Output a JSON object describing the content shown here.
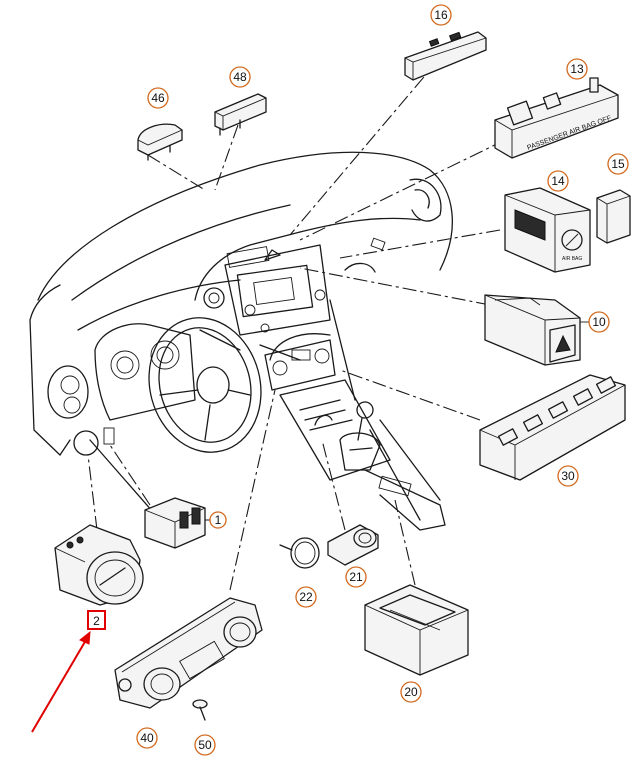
{
  "callouts": [
    {
      "id": "c16",
      "label": "16"
    },
    {
      "id": "c13",
      "label": "13"
    },
    {
      "id": "c48",
      "label": "48"
    },
    {
      "id": "c46",
      "label": "46"
    },
    {
      "id": "c14",
      "label": "14"
    },
    {
      "id": "c15",
      "label": "15"
    },
    {
      "id": "c10",
      "label": "10"
    },
    {
      "id": "c30",
      "label": "30"
    },
    {
      "id": "c1",
      "label": "1"
    },
    {
      "id": "c21",
      "label": "21"
    },
    {
      "id": "c22",
      "label": "22"
    },
    {
      "id": "c20",
      "label": "20"
    },
    {
      "id": "c40",
      "label": "40"
    },
    {
      "id": "c50",
      "label": "50"
    }
  ],
  "highlighted_callout": {
    "label": "2",
    "highlight_color": "#e00000"
  },
  "colors": {
    "callout_ring": "#d2691e",
    "highlight": "#e00000",
    "line": "#1a1a1a"
  },
  "part_13_print": "PASSENGER AIR BAG OFF",
  "part_14_print": "AIR BAG"
}
